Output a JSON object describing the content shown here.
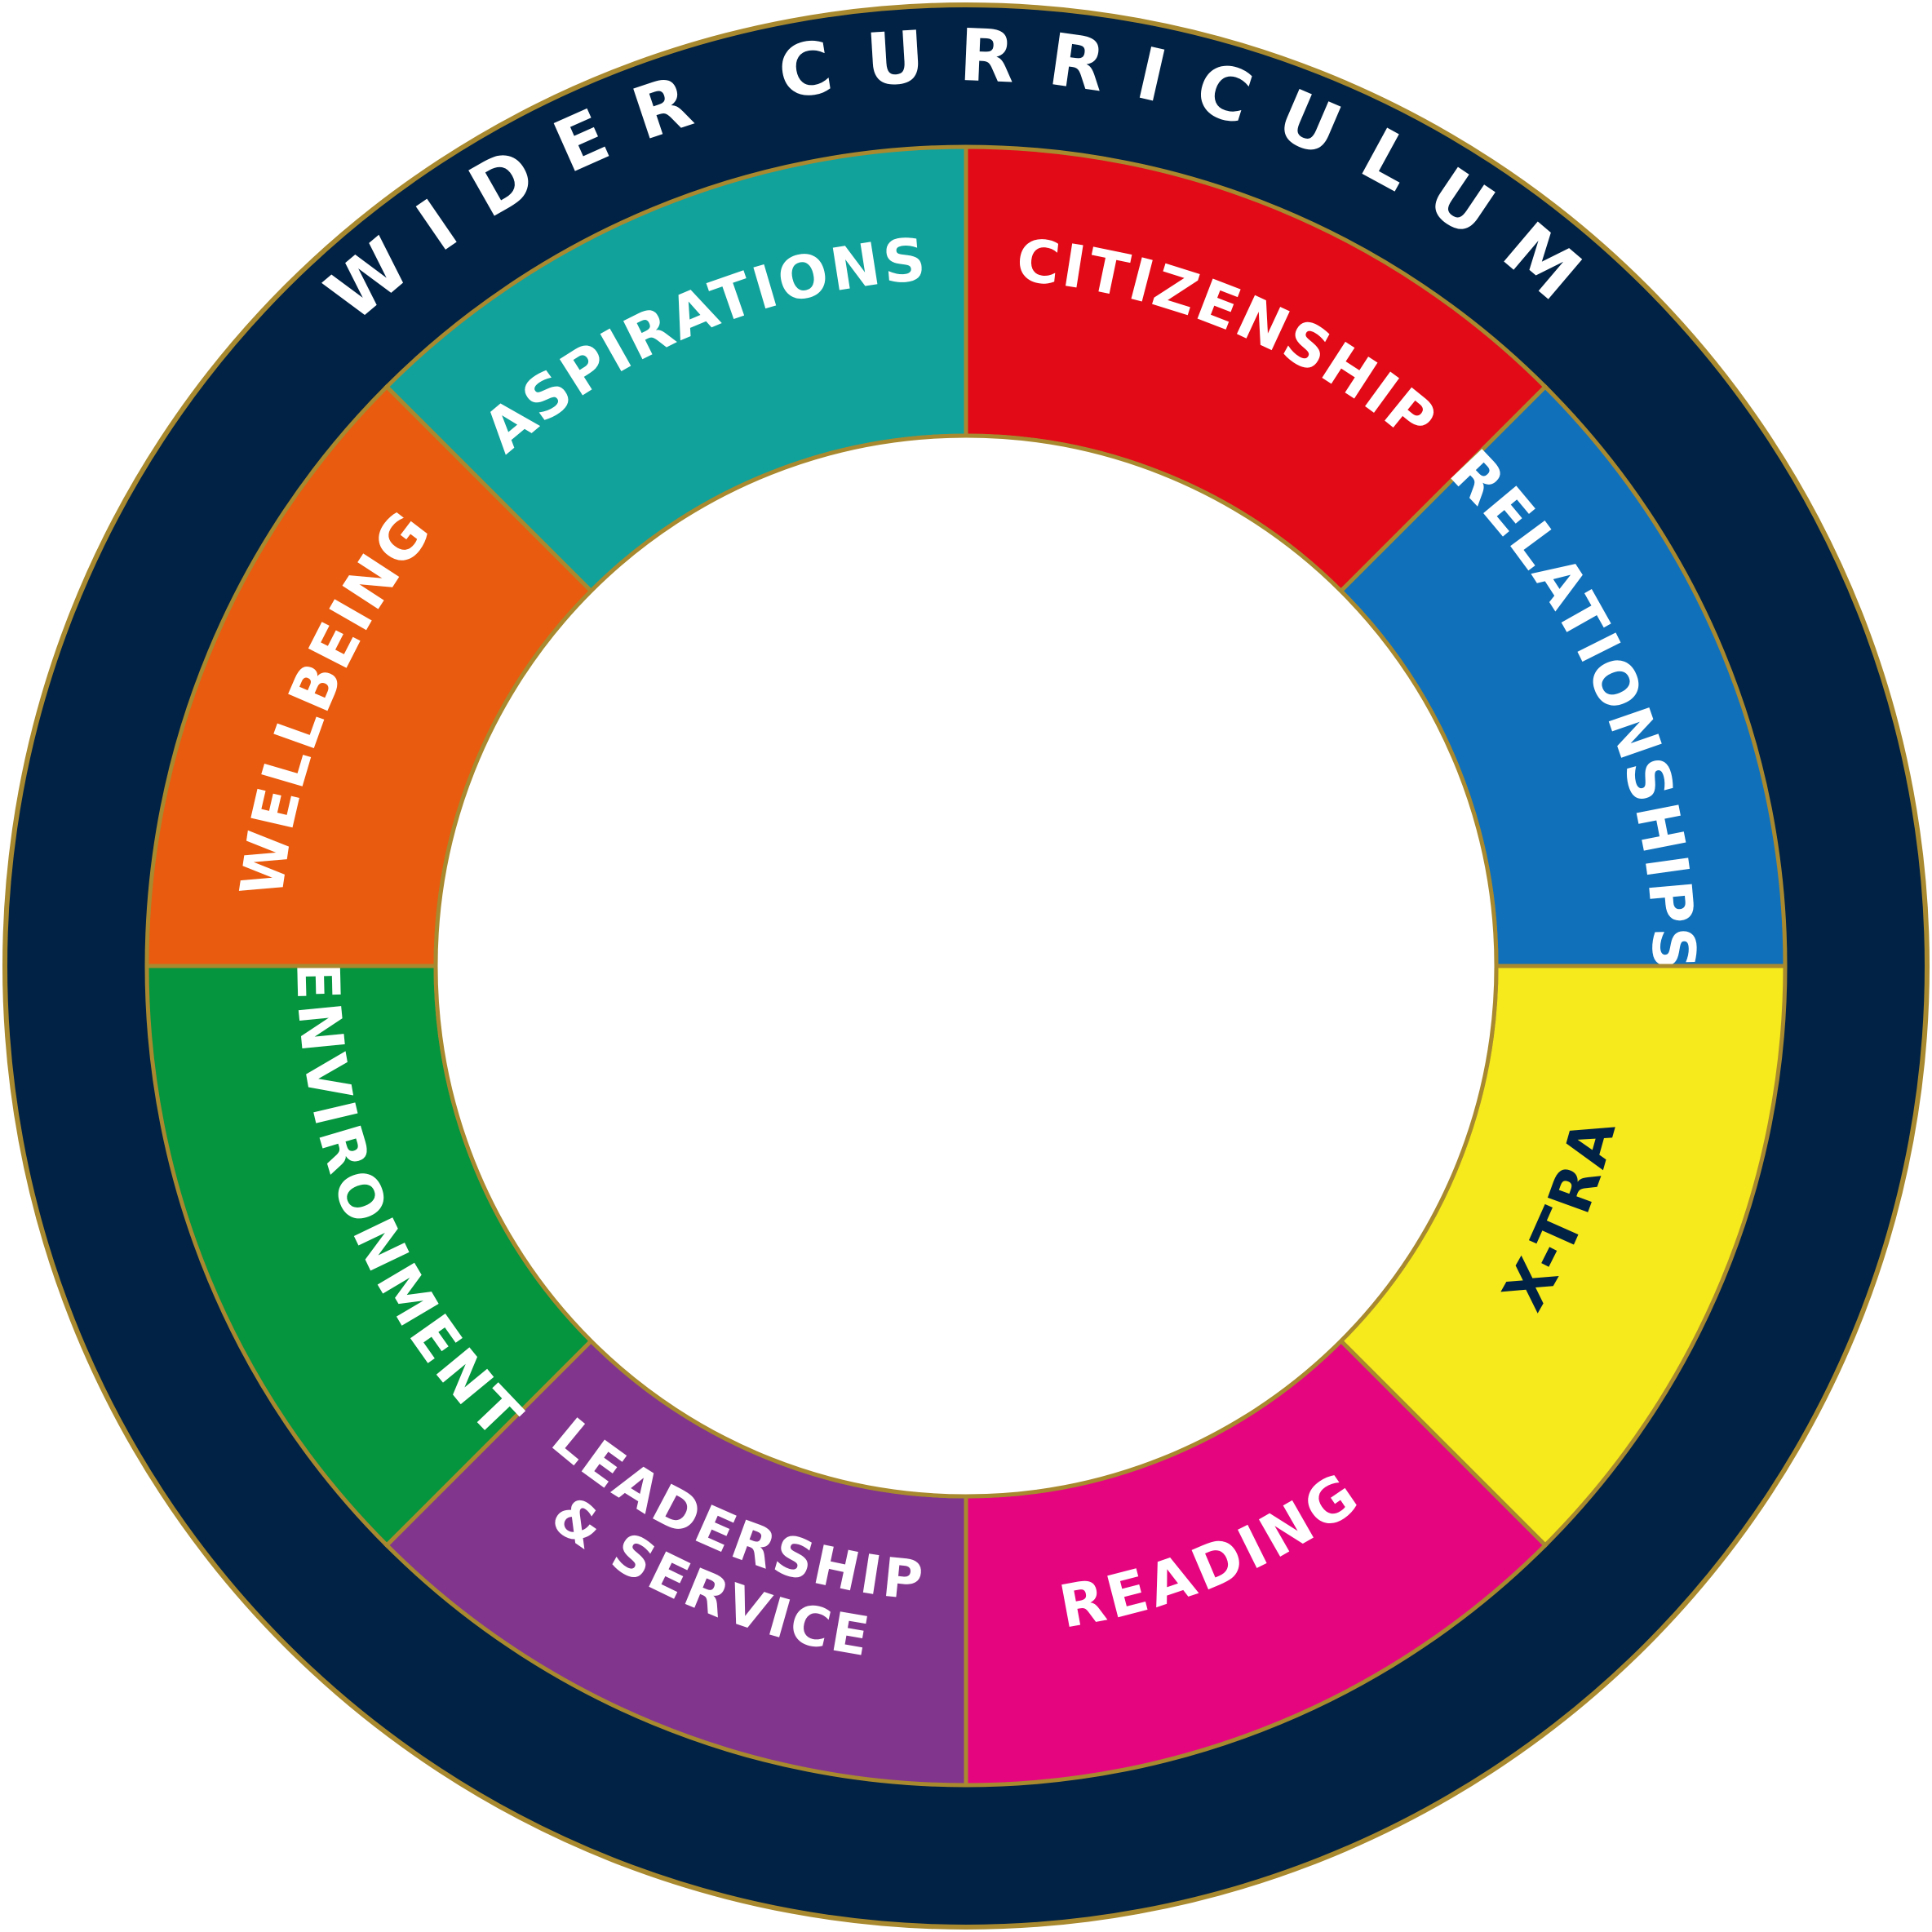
{
  "title": "WIDER CURRICULUM",
  "colors": {
    "outer_ring": "#012244",
    "border": "#A8892F",
    "center": "#FFFFFF"
  },
  "segments": [
    {
      "id": "aspirations",
      "lines": [
        "ASPIRATIONS"
      ],
      "color": "#11A29B",
      "text_color": "#FFFFFF"
    },
    {
      "id": "citizenship",
      "lines": [
        "CITIZENSHIP"
      ],
      "color": "#E20A17",
      "text_color": "#FFFFFF"
    },
    {
      "id": "relationships",
      "lines": [
        "RELATIONSHIPS"
      ],
      "color": "#1070BA",
      "text_color": "#FFFFFF"
    },
    {
      "id": "x-tra",
      "lines": [
        "X-TRA"
      ],
      "color": "#F6E91C",
      "text_color": "#012244"
    },
    {
      "id": "reading",
      "lines": [
        "READING"
      ],
      "color": "#E5067F",
      "text_color": "#FFFFFF"
    },
    {
      "id": "leadership-service",
      "lines": [
        "LEADERSHIP",
        "& SERVICE"
      ],
      "color": "#82358D",
      "text_color": "#FFFFFF"
    },
    {
      "id": "environment",
      "lines": [
        "ENVIRONMENT"
      ],
      "color": "#04953E",
      "text_color": "#FFFFFF"
    },
    {
      "id": "wellbeing",
      "lines": [
        "WELLBEING"
      ],
      "color": "#E95B0E",
      "text_color": "#FFFFFF"
    }
  ]
}
